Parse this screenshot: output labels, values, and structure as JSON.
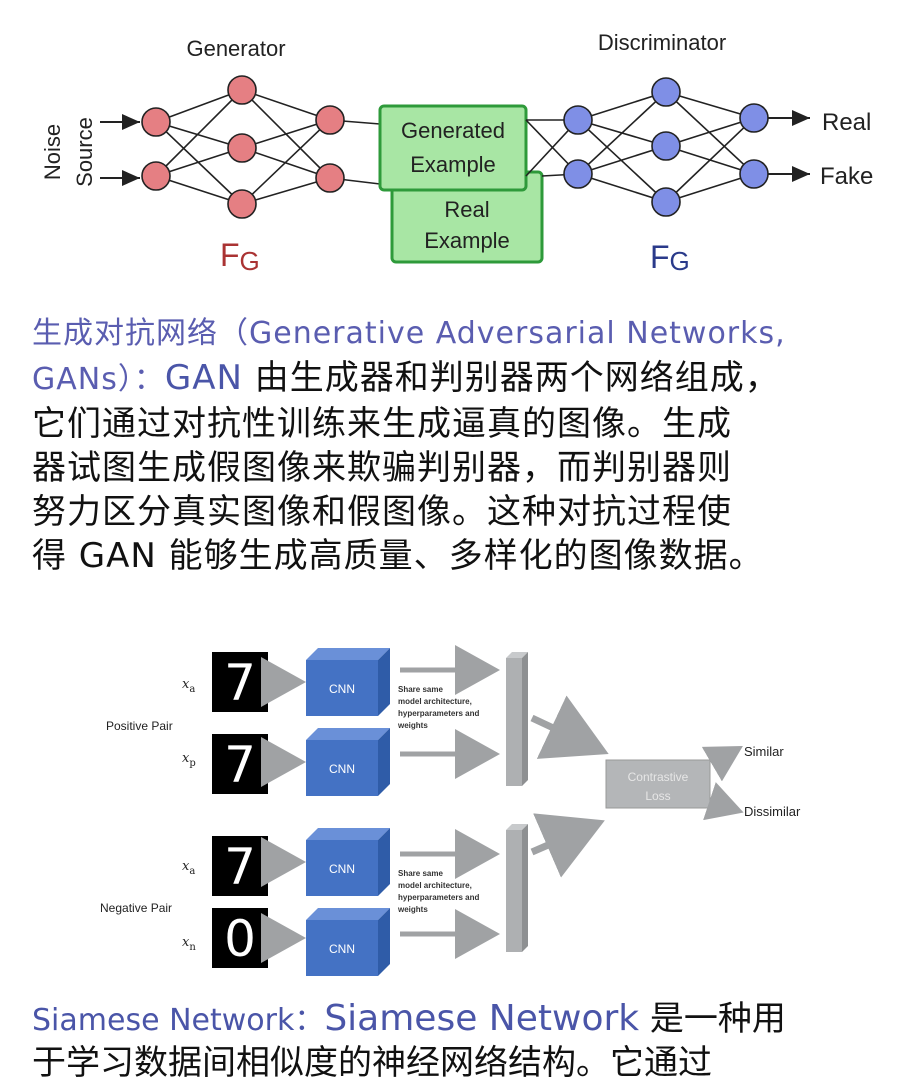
{
  "gan": {
    "generator_title": "Generator",
    "discriminator_title": "Discriminator",
    "input_label_1": "Noise",
    "input_label_2": "Source",
    "generated_box_line1": "Generated",
    "generated_box_line2": "Example",
    "real_box_line1": "Real",
    "real_box_line2": "Example",
    "output_real": "Real",
    "output_fake": "Fake",
    "fg_label": "FG",
    "fd_label": "FG",
    "colors": {
      "generator": "#e57f83",
      "discriminator": "#7f8fe6",
      "box": "#a8e6a4",
      "box_border": "#2e9a3a"
    }
  },
  "text_gan": {
    "heading": "生成对抗网络（Generative Adversarial Networks, GANs）：",
    "heading_line1": "生成对抗网络（Generative Adversarial Networks,",
    "heading_line2": "GANs）：",
    "term": "GAN",
    "body_first": " 由生成器和判别器两个网络组成，",
    "body_rest_1": "它们通过对抗性训练来生成逼真的图像。生成",
    "body_rest_2": "器试图生成假图像来欺骗判别器，而判别器则",
    "body_rest_3": "努力区分真实图像和假图像。这种对抗过程使",
    "body_rest_4": "得 GAN 能够生成高质量、多样化的图像数据。"
  },
  "siamese": {
    "positive_pair": "Positive Pair",
    "negative_pair": "Negative Pair",
    "xa": "x",
    "xa_sub": "a",
    "xp_sub": "p",
    "xn_sub": "n",
    "cnn": "CNN",
    "share_line1": "Share same",
    "share_line2": "model architecture,",
    "share_line3": "hyperparameters and",
    "share_line4": "weights",
    "contrastive_line1": "Contrastive",
    "contrastive_line2": "Loss",
    "similar": "Similar",
    "dissimilar": "Dissimilar",
    "digit_seven": "7",
    "digit_zero": "0",
    "colors": {
      "cnn": "#4472c4",
      "bar": "#aeb0b2",
      "arrow": "#a0a2a4"
    }
  },
  "text_siamese": {
    "heading": "Siamese Network：",
    "term": "Siamese Network",
    "body_first": " 是一种用",
    "body_rest_1": "于学习数据间相似度的神经网络结构。它通过"
  }
}
